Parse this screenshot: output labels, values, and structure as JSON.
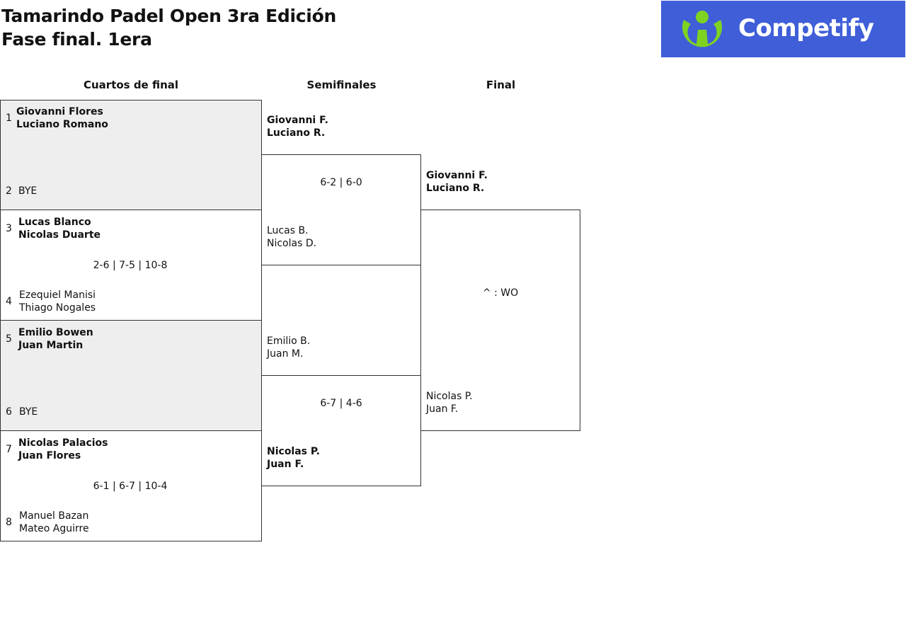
{
  "title": {
    "line1": "Tamarindo Padel Open 3ra Edición",
    "line2": "Fase final. 1era"
  },
  "logo": {
    "text": "Competify",
    "color": "#3f5ed8",
    "icon": "person-icon",
    "icon_color": "#7ed321"
  },
  "rounds": {
    "quarterfinals": "Cuartos de final",
    "semifinals": "Semifinales",
    "final": "Final"
  },
  "quarterfinals": [
    {
      "top": {
        "seed": "1",
        "p1": "Giovanni Flores",
        "p2": "Luciano Romano",
        "winner": true
      },
      "bottom": {
        "seed": "2",
        "p1": "BYE",
        "p2": "",
        "winner": false
      },
      "score": "",
      "bye": true
    },
    {
      "top": {
        "seed": "3",
        "p1": "Lucas Blanco",
        "p2": "Nicolas Duarte",
        "winner": true
      },
      "bottom": {
        "seed": "4",
        "p1": "Ezequiel Manisi",
        "p2": "Thiago Nogales",
        "winner": false
      },
      "score": "2-6 | 7-5 | 10-8",
      "bye": false
    },
    {
      "top": {
        "seed": "5",
        "p1": "Emilio Bowen",
        "p2": "Juan Martin",
        "winner": true
      },
      "bottom": {
        "seed": "6",
        "p1": "BYE",
        "p2": "",
        "winner": false
      },
      "score": "",
      "bye": true
    },
    {
      "top": {
        "seed": "7",
        "p1": "Nicolas Palacios",
        "p2": "Juan Flores",
        "winner": true
      },
      "bottom": {
        "seed": "8",
        "p1": "Manuel Bazan",
        "p2": "Mateo Aguirre",
        "winner": false
      },
      "score": "6-1 | 6-7 | 10-4",
      "bye": false
    }
  ],
  "semifinals": [
    {
      "top": {
        "p1": "Giovanni F.",
        "p2": "Luciano R.",
        "winner": true
      },
      "bottom": {
        "p1": "Lucas B.",
        "p2": "Nicolas D.",
        "winner": false
      },
      "score": "6-2 | 6-0"
    },
    {
      "top": {
        "p1": "Emilio B.",
        "p2": "Juan M.",
        "winner": false
      },
      "bottom": {
        "p1": "Nicolas P.",
        "p2": "Juan F.",
        "winner": true
      },
      "score": "6-7 | 4-6"
    }
  ],
  "final": {
    "top": {
      "p1": "Giovanni F.",
      "p2": "Luciano R.",
      "winner": true
    },
    "bottom": {
      "p1": "Nicolas P.",
      "p2": "Juan F.",
      "winner": false
    },
    "score": "^ : WO"
  }
}
